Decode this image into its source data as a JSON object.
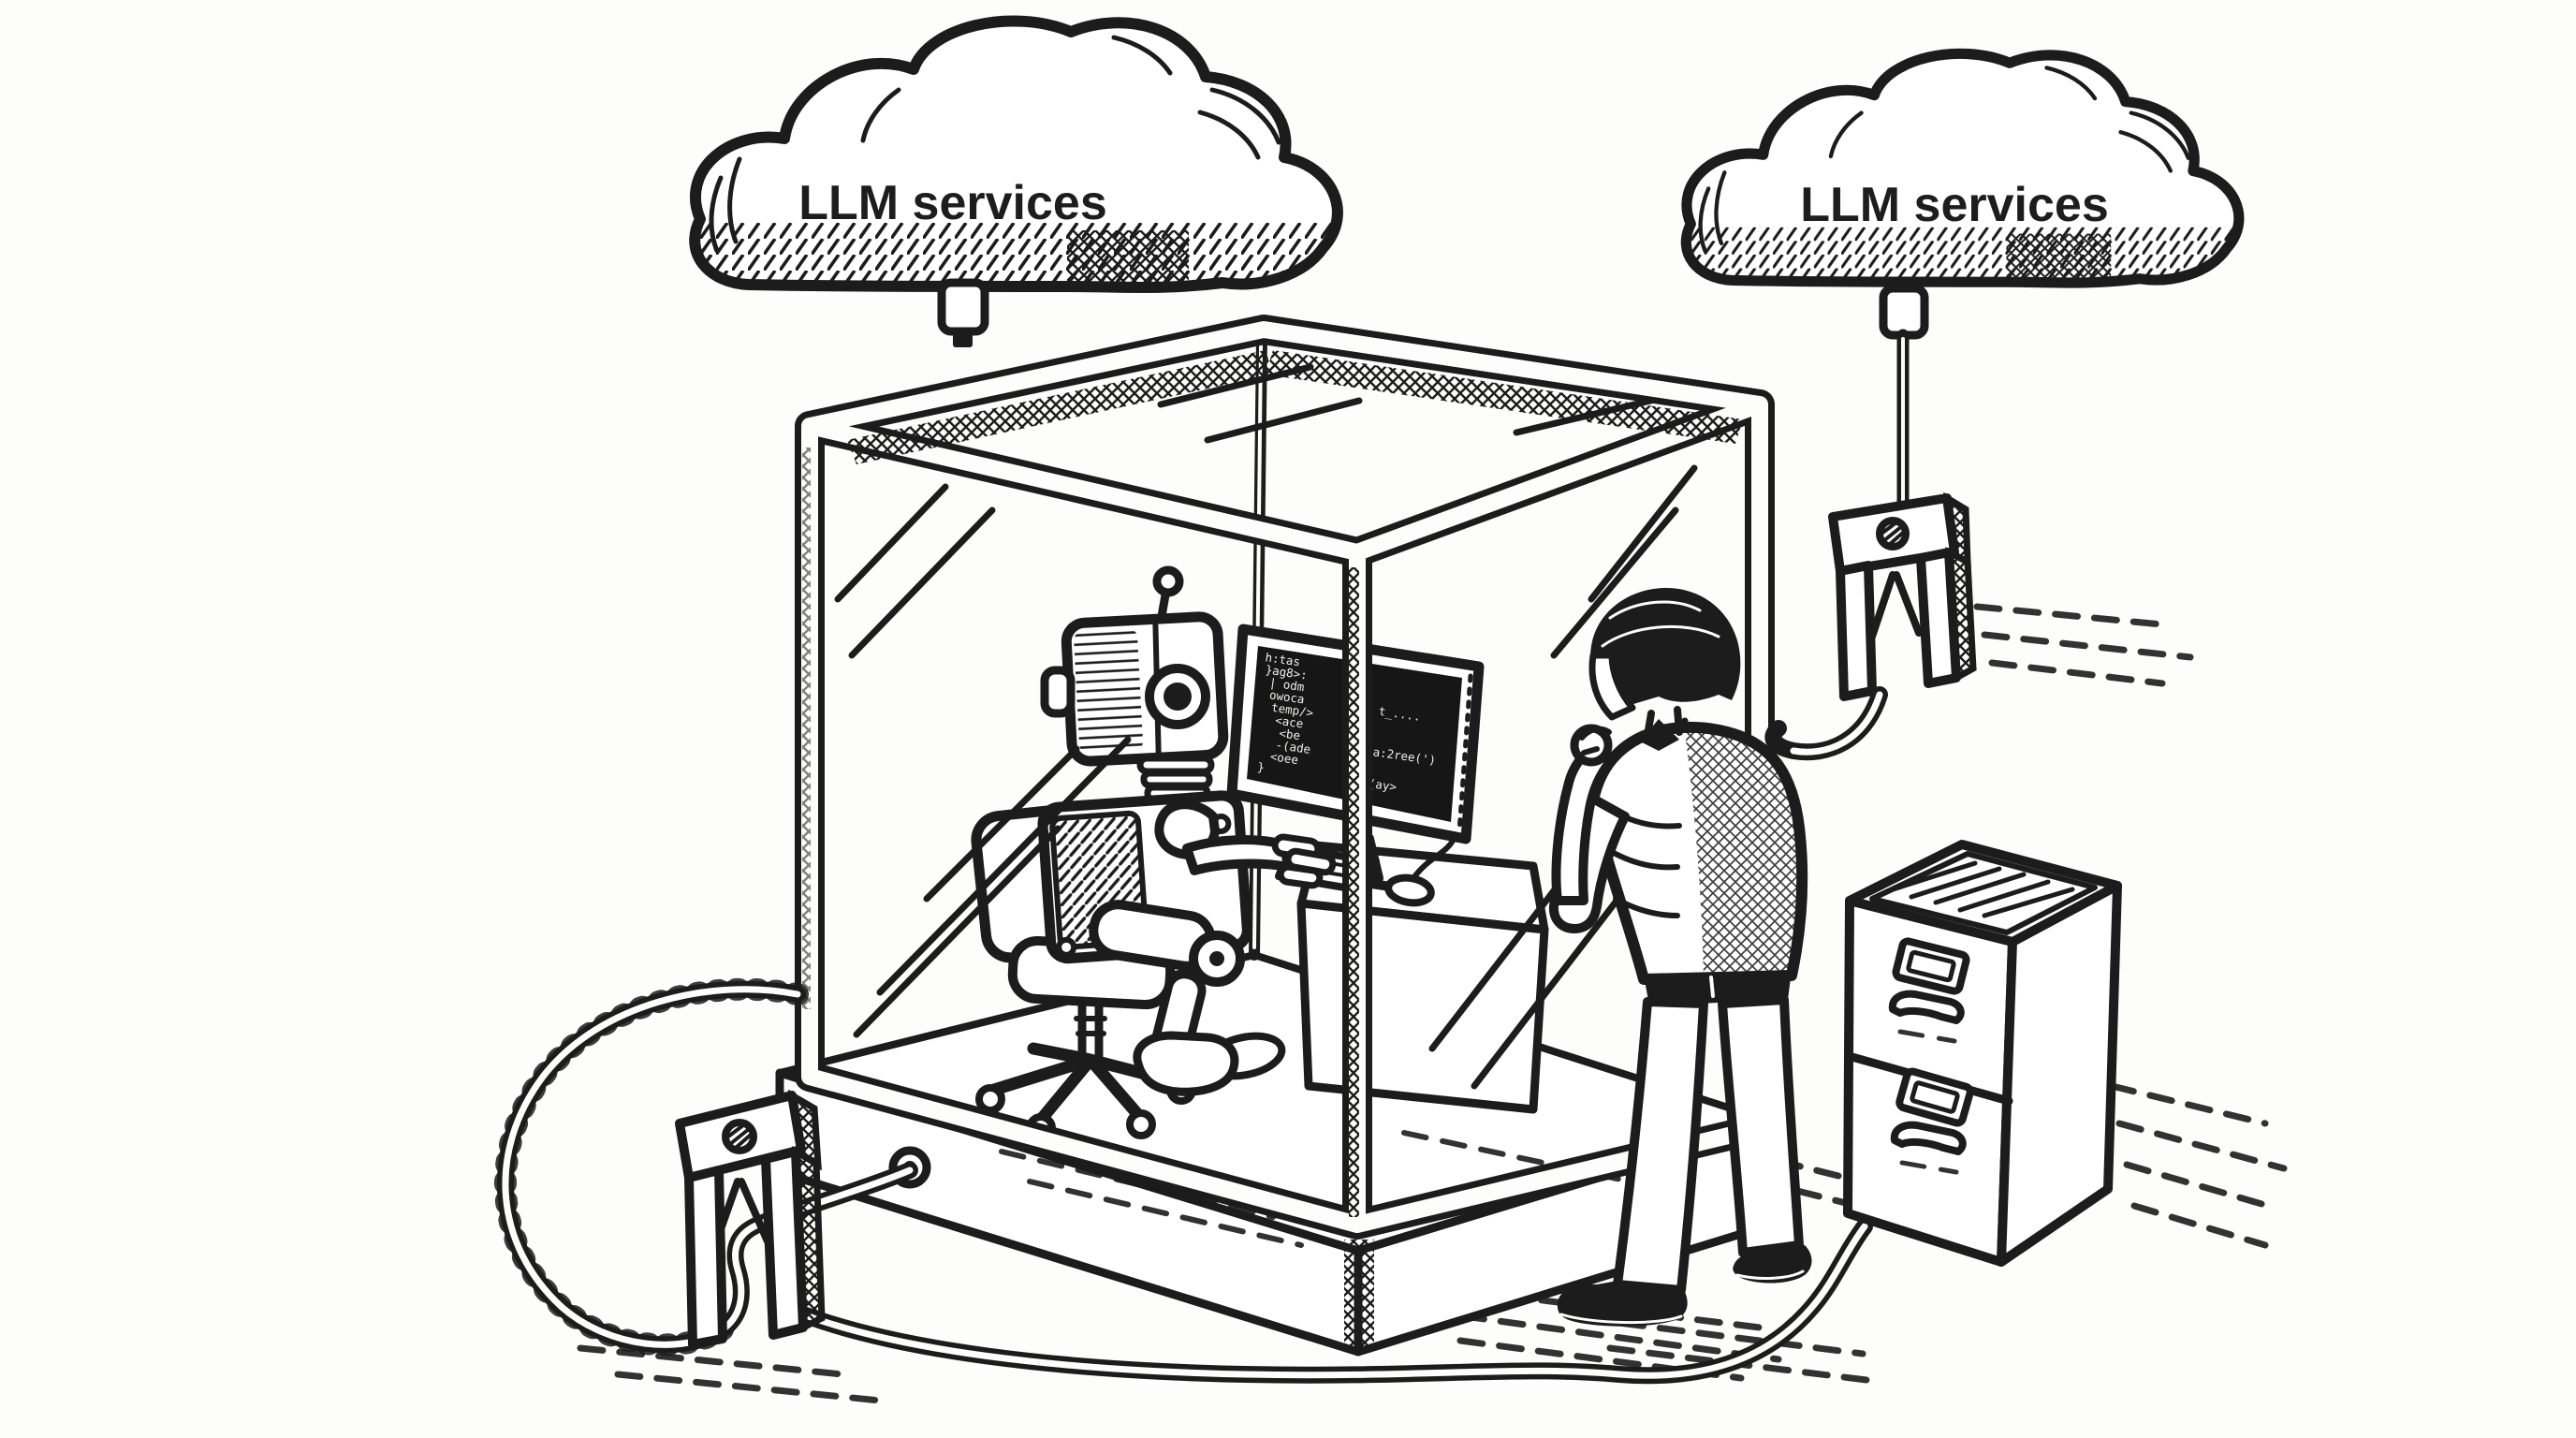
{
  "canvas": {
    "background_color": "#fdfdfb",
    "ink_color": "#1c1c1c",
    "screen_color": "#161616",
    "description": "Hand-drawn ink illustration: a robot works at a computer inside a sealed glass box while a man stands outside watching; two clouds labeled LLM services, one dangling disconnected above the box, one wired to the outside"
  },
  "clouds": {
    "left_label": "LLM services",
    "right_label": "LLM services"
  },
  "monitor": {
    "code_left": [
      "h:tas",
      "}ag8>:",
      "| odm",
      "owoca",
      "temp/>",
      "<ace",
      "<be",
      "-(ade",
      "<oee",
      "}"
    ],
    "code_right": [
      "t_....",
      "a:2ree(')",
      "(ay>"
    ]
  }
}
